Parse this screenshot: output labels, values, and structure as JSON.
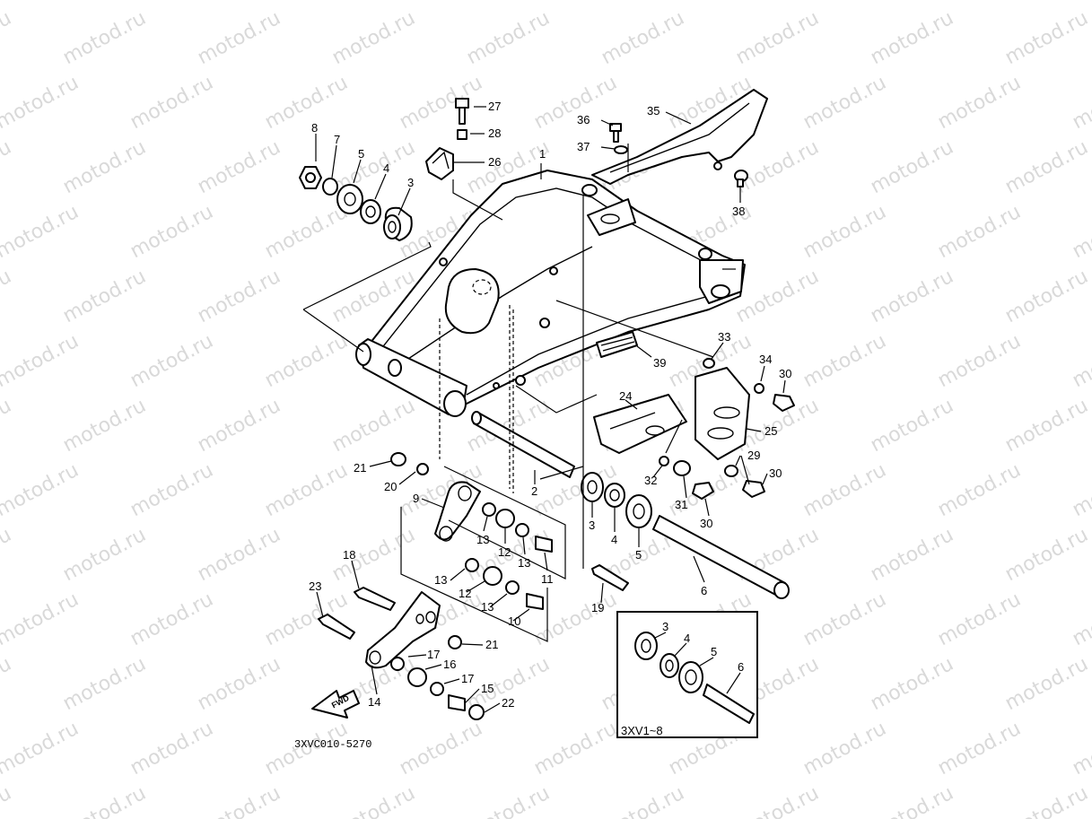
{
  "watermark": {
    "text": "motod.ru",
    "color": "#d9d9d9"
  },
  "callouts": [
    {
      "id": "8",
      "text": "8"
    },
    {
      "id": "7",
      "text": "7"
    },
    {
      "id": "5a",
      "text": "5"
    },
    {
      "id": "4a",
      "text": "4"
    },
    {
      "id": "3a",
      "text": "3"
    },
    {
      "id": "27",
      "text": "27"
    },
    {
      "id": "28",
      "text": "28"
    },
    {
      "id": "26",
      "text": "26"
    },
    {
      "id": "1",
      "text": "1"
    },
    {
      "id": "36",
      "text": "36"
    },
    {
      "id": "37",
      "text": "37"
    },
    {
      "id": "35",
      "text": "35"
    },
    {
      "id": "38",
      "text": "38"
    },
    {
      "id": "39",
      "text": "39"
    },
    {
      "id": "33",
      "text": "33"
    },
    {
      "id": "34",
      "text": "34"
    },
    {
      "id": "30a",
      "text": "30"
    },
    {
      "id": "24",
      "text": "24"
    },
    {
      "id": "25",
      "text": "25"
    },
    {
      "id": "29",
      "text": "29"
    },
    {
      "id": "30b",
      "text": "30"
    },
    {
      "id": "32",
      "text": "32"
    },
    {
      "id": "31",
      "text": "31"
    },
    {
      "id": "30c",
      "text": "30"
    },
    {
      "id": "21a",
      "text": "21"
    },
    {
      "id": "20",
      "text": "20"
    },
    {
      "id": "2",
      "text": "2"
    },
    {
      "id": "9",
      "text": "9"
    },
    {
      "id": "13a",
      "text": "13"
    },
    {
      "id": "12a",
      "text": "12"
    },
    {
      "id": "13b",
      "text": "13"
    },
    {
      "id": "11",
      "text": "11"
    },
    {
      "id": "3b",
      "text": "3"
    },
    {
      "id": "4b",
      "text": "4"
    },
    {
      "id": "5b",
      "text": "5"
    },
    {
      "id": "6a",
      "text": "6"
    },
    {
      "id": "18",
      "text": "18"
    },
    {
      "id": "23",
      "text": "23"
    },
    {
      "id": "13c",
      "text": "13"
    },
    {
      "id": "12b",
      "text": "12"
    },
    {
      "id": "13d",
      "text": "13"
    },
    {
      "id": "10",
      "text": "10"
    },
    {
      "id": "19",
      "text": "19"
    },
    {
      "id": "21b",
      "text": "21"
    },
    {
      "id": "17a",
      "text": "17"
    },
    {
      "id": "16",
      "text": "16"
    },
    {
      "id": "17b",
      "text": "17"
    },
    {
      "id": "15",
      "text": "15"
    },
    {
      "id": "22",
      "text": "22"
    },
    {
      "id": "14",
      "text": "14"
    },
    {
      "id": "3c",
      "text": "3"
    },
    {
      "id": "4c",
      "text": "4"
    },
    {
      "id": "5c",
      "text": "5"
    },
    {
      "id": "6b",
      "text": "6"
    }
  ],
  "inset": {
    "label": "3XV1~8"
  },
  "fwd_label": "FWD",
  "figure_code": "3XVC010-5270"
}
